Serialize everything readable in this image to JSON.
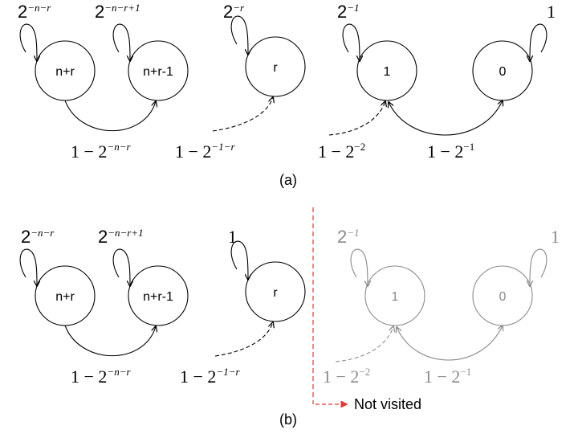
{
  "colors": {
    "main": "#000000",
    "faded": "#8a8a8a",
    "separator": "#e53935",
    "legend_arrow": "#e53935"
  },
  "panel_a": {
    "caption": "(a)",
    "nodes": {
      "n_plus_r": "n+r",
      "n_plus_r_minus_1": "n+r-1",
      "r": "r",
      "one": "1",
      "zero": "0"
    },
    "loops": {
      "n_plus_r": {
        "base": "2",
        "exp": "−n−r"
      },
      "n_plus_r_minus_1": {
        "base": "2",
        "exp": "−n−r+1"
      },
      "r": {
        "base": "2",
        "exp": "−r"
      },
      "one": {
        "base": "2",
        "exp": "−1"
      },
      "zero": "1"
    },
    "edges": {
      "n_plus_r_to_n_plus_r_minus_1": {
        "prefix": "1 − 2",
        "exp": "−n−r"
      },
      "into_r": {
        "prefix": "1 − 2",
        "exp": "−1−r"
      },
      "into_one": {
        "prefix": "1 − 2",
        "exp": "−2"
      },
      "zero_to_one": {
        "prefix": "1 − 2",
        "exp": "−1"
      }
    }
  },
  "panel_b": {
    "caption": "(b)",
    "nodes": {
      "n_plus_r": "n+r",
      "n_plus_r_minus_1": "n+r-1",
      "r": "r",
      "one": "1",
      "zero": "0"
    },
    "loops": {
      "n_plus_r": {
        "base": "2",
        "exp": "−n−r"
      },
      "n_plus_r_minus_1": {
        "base": "2",
        "exp": "−n−r+1"
      },
      "r": "1",
      "one": {
        "base": "2",
        "exp": "−1"
      },
      "zero": "1"
    },
    "edges": {
      "n_plus_r_to_n_plus_r_minus_1": {
        "prefix": "1 − 2",
        "exp": "−n−r"
      },
      "into_r": {
        "prefix": "1 − 2",
        "exp": "−1−r"
      },
      "into_one": {
        "prefix": "1 − 2",
        "exp": "−2"
      },
      "zero_to_one": {
        "prefix": "1 − 2",
        "exp": "−1"
      }
    },
    "legend": {
      "label": "Not visited"
    }
  }
}
